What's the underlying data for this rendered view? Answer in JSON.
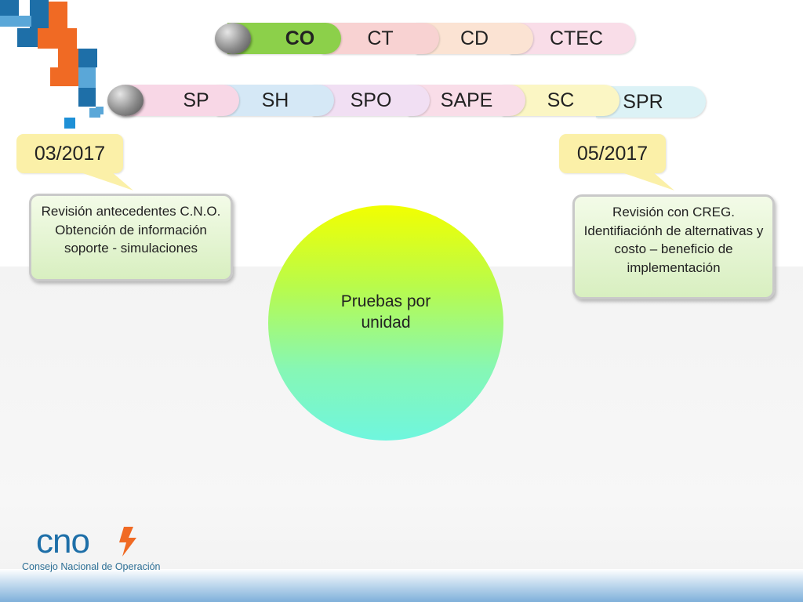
{
  "committees_row1": {
    "active": "CO",
    "items": [
      "CO",
      "CT",
      "CD",
      "CTEC"
    ]
  },
  "committees_row2": {
    "items": [
      "SP",
      "SH",
      "SPO",
      "SAPE",
      "SC",
      "SPR"
    ]
  },
  "milestones": [
    {
      "date": "03/2017",
      "description": "Revisión antecedentes C.N.O. Obtención de información soporte - simulaciones"
    },
    {
      "date": "05/2017",
      "description": "Revisión con CREG. Identifiaciónh de alternativas y costo – beneficio de implementación"
    }
  ],
  "center": {
    "label": "Pruebas por unidad"
  },
  "logo": {
    "wordmark": "cno",
    "subtitle": "Consejo Nacional de Operación"
  },
  "colors": {
    "co_tab": "#8cd04a",
    "ct_tab": "#f8d2d2",
    "cd_tab": "#fbe3d3",
    "ctec_tab": "#f9dde8",
    "sp_tab": "#f8d7e6",
    "sh_tab": "#d5e8f6",
    "spo_tab": "#f1dff3",
    "sape_tab": "#f9dde8",
    "sc_tab": "#fbf6c4",
    "spr_tab": "#dcf2f6",
    "date_box": "#fbf0a8",
    "brand_blue": "#1e6fa8",
    "brand_orange": "#f06a24"
  }
}
